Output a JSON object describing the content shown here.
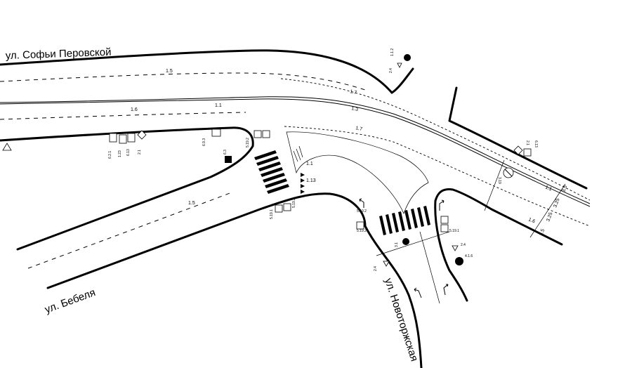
{
  "streets": {
    "perovskaya": "ул. Софьи Перовской",
    "bebelya": "ул. Бебеля",
    "novotorzhskaya": "ул. Новоторжская"
  },
  "markings": {
    "m_1_5_top": "1.5",
    "m_1_7_top": "1.7",
    "m_1_6_mid": "1.6",
    "m_1_1_mid": "1.1",
    "m_1_3": "1.3",
    "m_1_7_low": "1.7",
    "m_1_1_island": "1.1",
    "m_1_13": "1.13",
    "m_1_5_bebel": "1.5",
    "m_1_1_right": "1.1",
    "m_1_6_right": "1.6"
  },
  "dimensions": {
    "d1": "3.5",
    "d2": "3.25",
    "d3": "3.25",
    "d4": "3.5"
  },
  "signs": {
    "s_2_4_top": "2.4",
    "s_1_1_2_top": "1.1.2",
    "s_6_2_1": "6.2.1",
    "s_1_23": "1.23",
    "s_6_13_left": "6.13",
    "s_2_1_left": "2.1",
    "s_6_9_3": "6.9.3",
    "s_5_19_2_a": "5.19.2",
    "s_6_3": "6.3",
    "s_5_19_1_a": "5.19.1",
    "s_5_19_2_b": "5.19.2",
    "s_5_19_2_c": "5.19.2",
    "s_5_19_2_d": "5.19.2",
    "s_5_19_1_b": "5.19.1",
    "s_3_1": "3.1",
    "s_2_4_mid": "2.4",
    "s_2_4_low": "2.4",
    "s_4_1_6": "4.1.6",
    "s_2_1_right": "2.1",
    "s_6_13_right": "6.13",
    "s_3_19": "3.19"
  },
  "colors": {
    "ink": "#000000",
    "paper": "#ffffff"
  }
}
